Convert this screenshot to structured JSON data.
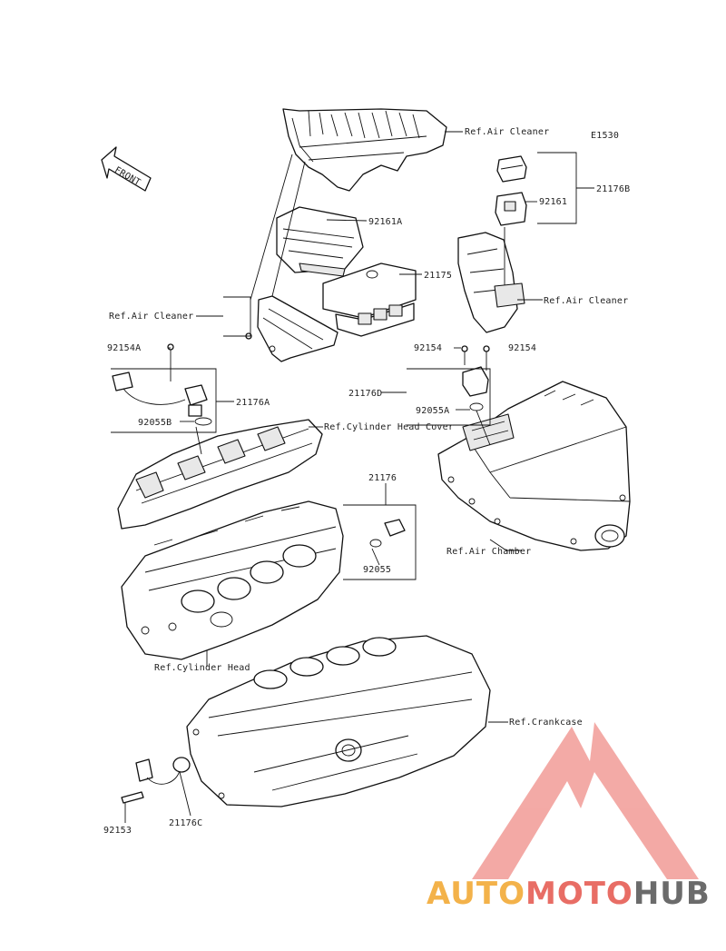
{
  "diagram_code": "E1530",
  "front_arrow_text": "FRONT",
  "labels": {
    "ref_air_cleaner_top": "Ref.Air Cleaner",
    "ref_air_cleaner_left": "Ref.Air Cleaner",
    "ref_air_cleaner_right": "Ref.Air Cleaner",
    "ref_cylinder_head_cover": "Ref.Cylinder Head Cover",
    "ref_air_chamber": "Ref.Air Chamber",
    "ref_cylinder_head": "Ref.Cylinder Head",
    "ref_crankcase": "Ref.Crankcase",
    "p92161A": "92161A",
    "p21175": "21175",
    "p21176B": "21176B",
    "p92161": "92161",
    "p92154_left": "92154",
    "p92154_right": "92154",
    "p92154A": "92154A",
    "p21176A": "21176A",
    "p92055B": "92055B",
    "p21176D": "21176D",
    "p92055A": "92055A",
    "p21176": "21176",
    "p92055": "92055",
    "p92153": "92153",
    "p21176C": "21176C"
  },
  "watermark": {
    "part1": "AUTO",
    "part2": "MOTO",
    "part3": "HUB",
    "colors": {
      "orange": "#f3b24a",
      "red": "#e86d65",
      "gray": "#6b6b6b",
      "triangle": "#ef8d88"
    }
  }
}
